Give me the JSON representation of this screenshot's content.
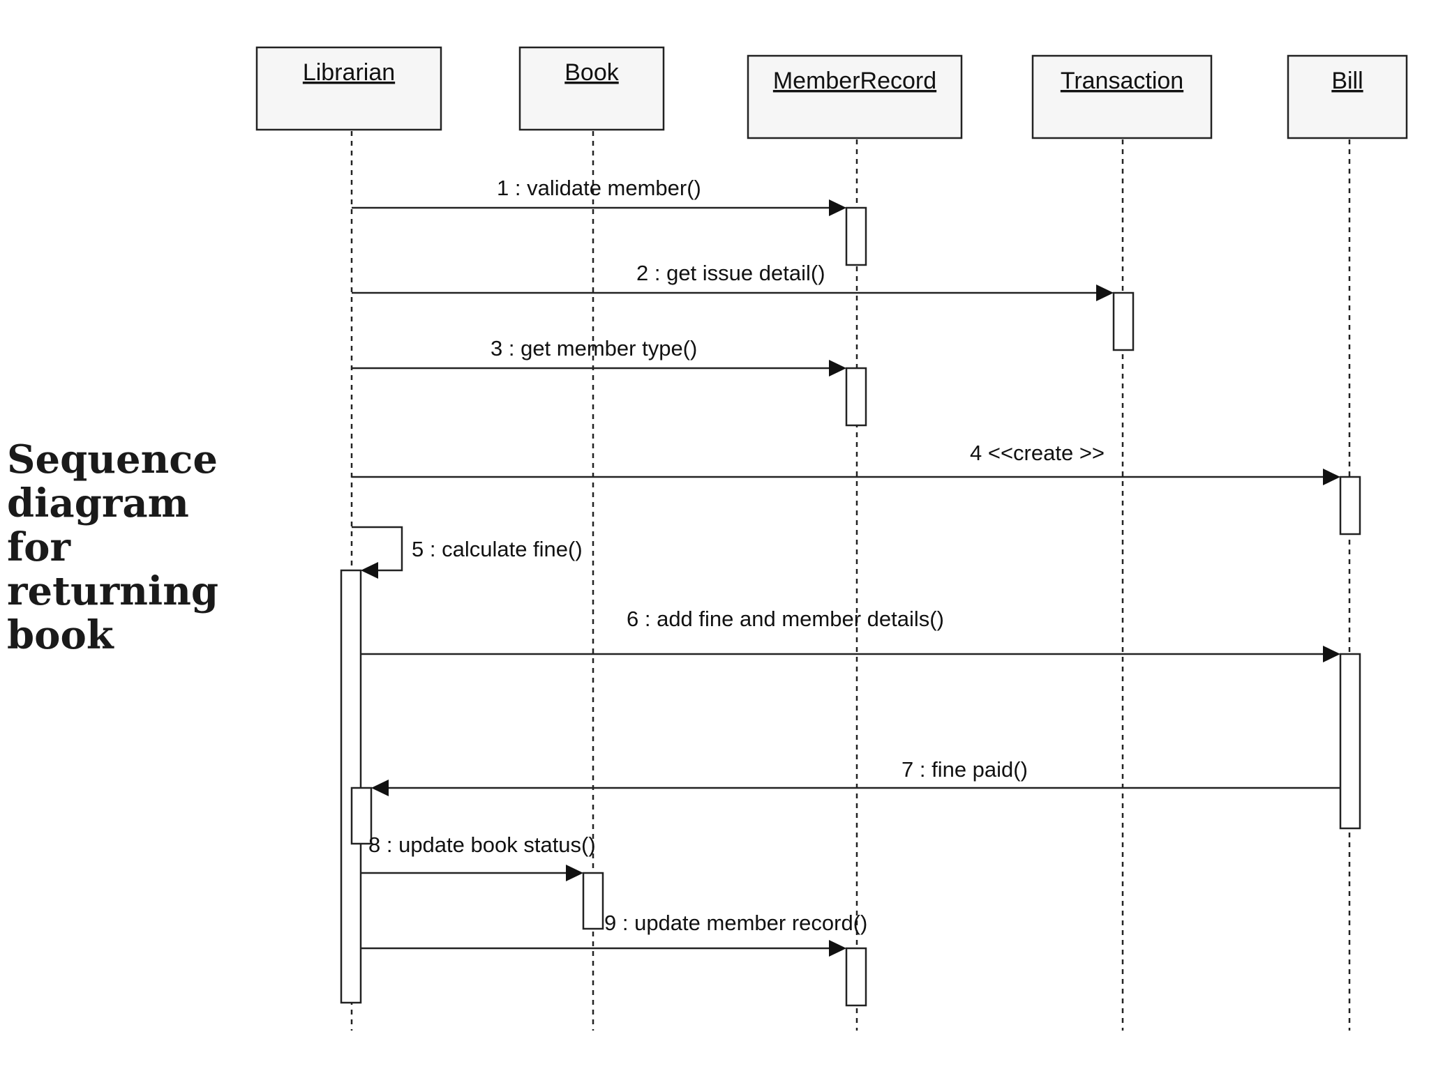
{
  "slide": {
    "title_lines": [
      "Sequence",
      "diagram",
      "for",
      "returning",
      "book"
    ]
  },
  "diagram": {
    "objects": [
      {
        "id": "librarian",
        "label": "Librarian"
      },
      {
        "id": "book",
        "label": "Book"
      },
      {
        "id": "memberrecord",
        "label": "MemberRecord"
      },
      {
        "id": "transaction",
        "label": "Transaction"
      },
      {
        "id": "bill",
        "label": "Bill"
      }
    ],
    "messages": [
      {
        "number": "1",
        "label": "1 : validate member()",
        "from": "librarian",
        "to": "memberrecord"
      },
      {
        "number": "2",
        "label": "2 : get issue detail()",
        "from": "librarian",
        "to": "transaction"
      },
      {
        "number": "3",
        "label": "3 : get member type()",
        "from": "librarian",
        "to": "memberrecord"
      },
      {
        "number": "4",
        "label": "4 <<create >>",
        "from": "librarian",
        "to": "bill"
      },
      {
        "number": "5",
        "label": "5 : calculate fine()",
        "from": "librarian",
        "to": "librarian"
      },
      {
        "number": "6",
        "label": "6 : add fine and member details()",
        "from": "librarian",
        "to": "bill"
      },
      {
        "number": "7",
        "label": "7 : fine paid()",
        "from": "bill",
        "to": "librarian"
      },
      {
        "number": "8",
        "label": "8 : update book status()",
        "from": "librarian",
        "to": "book"
      },
      {
        "number": "9",
        "label": "9 : update member record()",
        "from": "librarian",
        "to": "memberrecord"
      }
    ],
    "colors": {
      "line": "#222222",
      "box_fill": "#f6f6f6"
    }
  }
}
